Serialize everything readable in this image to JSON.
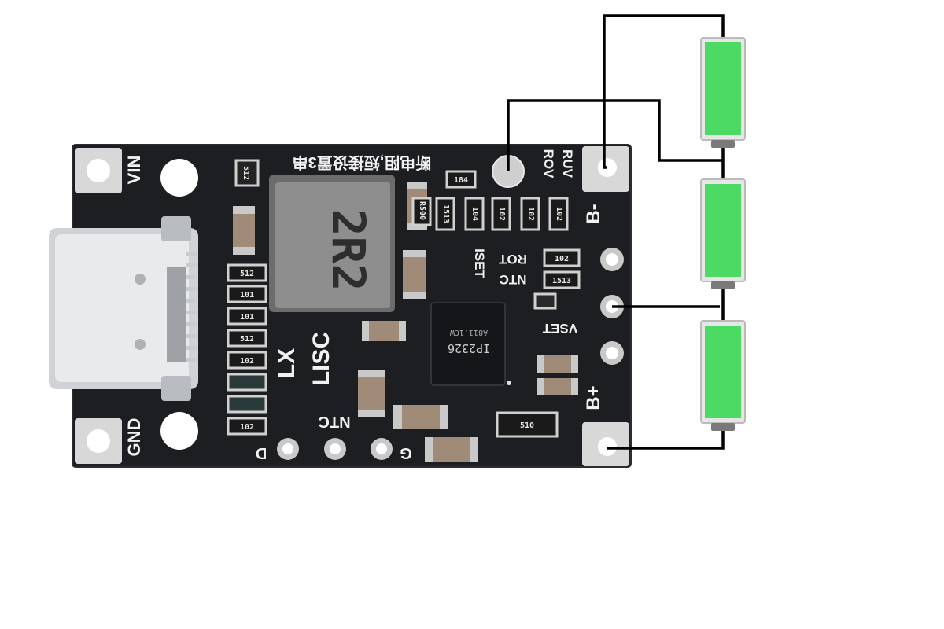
{
  "board": {
    "ic_label": "IP2326",
    "ic_sub": "A811.1CW",
    "inductor_label": "2R2",
    "pin_labels": {
      "vin": "VIN",
      "gnd": "GND",
      "b_minus": "B-",
      "b_plus": "B+",
      "vset": "VSET",
      "ntc_right": "NTC",
      "rot": "ROT",
      "iset": "ISET",
      "ruv": "RUV",
      "rov": "ROV",
      "lx": "LX",
      "lisc": "LISC",
      "ntc_bottom": "NTC",
      "d": "D",
      "g": "G"
    },
    "top_note": "断电阻,短接设置3串",
    "resistor_codes": {
      "r_top_left": "512",
      "r_left_1": "512",
      "r_left_2": "101",
      "r_left_3": "101",
      "r_left_4": "512",
      "r_left_5": "102",
      "r_left_6": "102",
      "r_184": "184",
      "r_r500": "R500",
      "r_1513": "1513",
      "r_104": "104",
      "r_102a": "102",
      "r_102b": "102",
      "r_102c": "102",
      "r_102d": "102",
      "r_1513b": "1513",
      "r_510": "510"
    }
  },
  "battery": {
    "cells": 3,
    "cell_color": "#4cd964",
    "wire_color": "#000000"
  }
}
